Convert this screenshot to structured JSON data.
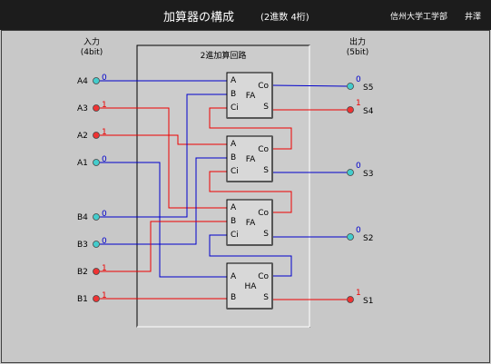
{
  "window": {
    "title": "加算器の構成",
    "subtitle": "(2進数 4桁)",
    "organization": "信州大学工学部",
    "author": "井澤"
  },
  "labels": {
    "input_heading": "入力",
    "input_bits": "(4bit)",
    "output_heading": "出力",
    "output_bits": "(5bit)",
    "circuit_title": "2進加算回路"
  },
  "colors": {
    "zero_wire": "#0000cc",
    "one_wire": "#ee0000",
    "zero_pin": "#44cccc",
    "one_pin": "#ee3333",
    "panel": "#cccccc"
  },
  "inputs": [
    {
      "name": "A4",
      "value": "0"
    },
    {
      "name": "A3",
      "value": "1"
    },
    {
      "name": "A2",
      "value": "1"
    },
    {
      "name": "A1",
      "value": "0"
    },
    {
      "name": "B4",
      "value": "0"
    },
    {
      "name": "B3",
      "value": "0"
    },
    {
      "name": "B2",
      "value": "1"
    },
    {
      "name": "B1",
      "value": "1"
    }
  ],
  "outputs": [
    {
      "name": "S5",
      "value": "0"
    },
    {
      "name": "S4",
      "value": "1"
    },
    {
      "name": "S3",
      "value": "0"
    },
    {
      "name": "S2",
      "value": "0"
    },
    {
      "name": "S1",
      "value": "1"
    }
  ],
  "adders": [
    {
      "type": "FA",
      "ports": [
        "A",
        "B",
        "Ci",
        "Co",
        "S"
      ]
    },
    {
      "type": "FA",
      "ports": [
        "A",
        "B",
        "Ci",
        "Co",
        "S"
      ]
    },
    {
      "type": "FA",
      "ports": [
        "A",
        "B",
        "Ci",
        "Co",
        "S"
      ]
    },
    {
      "type": "HA",
      "ports": [
        "A",
        "B",
        "Co",
        "S"
      ]
    }
  ]
}
